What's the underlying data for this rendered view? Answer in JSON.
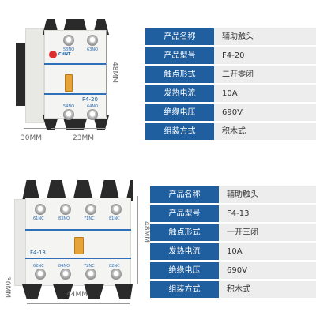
{
  "top": {
    "rows": [
      {
        "label": "产品名称",
        "value": "辅助触头"
      },
      {
        "label": "产品型号",
        "value": "F4-20"
      },
      {
        "label": "触点形式",
        "value": "二开零闭"
      },
      {
        "label": "发热电流",
        "value": "10A"
      },
      {
        "label": "绝缘电压",
        "value": "690V"
      },
      {
        "label": "组装方式",
        "value": "积木式"
      }
    ],
    "device": {
      "model": "F4-20",
      "terminal_labels_top": [
        "53NO",
        "63NO"
      ],
      "terminal_labels_bottom": [
        "54NO",
        "64NO"
      ],
      "logo": "CHNT"
    },
    "dimensions": {
      "height": "48MM",
      "depth": "30MM",
      "width": "23MM"
    }
  },
  "bottom": {
    "rows": [
      {
        "label": "产品名称",
        "value": "辅助触头"
      },
      {
        "label": "产品型号",
        "value": "F4-13"
      },
      {
        "label": "触点形式",
        "value": "一开三闭"
      },
      {
        "label": "发热电流",
        "value": "10A"
      },
      {
        "label": "绝缘电压",
        "value": "690V"
      },
      {
        "label": "组装方式",
        "value": "积木式"
      }
    ],
    "device": {
      "model": "F4-13",
      "terminal_labels_top": [
        "61NC",
        "83NO",
        "71NC",
        "81NC"
      ],
      "terminal_labels_bottom": [
        "62NC",
        "84NO",
        "72NC",
        "82NC"
      ]
    },
    "dimensions": {
      "height": "48MM",
      "depth": "30MM",
      "width": "44MM"
    }
  },
  "colors": {
    "label_bg": "#1f5fa0",
    "value_bg": "#ededed",
    "accent": "#2f6fb8",
    "lever": "#e7a436"
  }
}
